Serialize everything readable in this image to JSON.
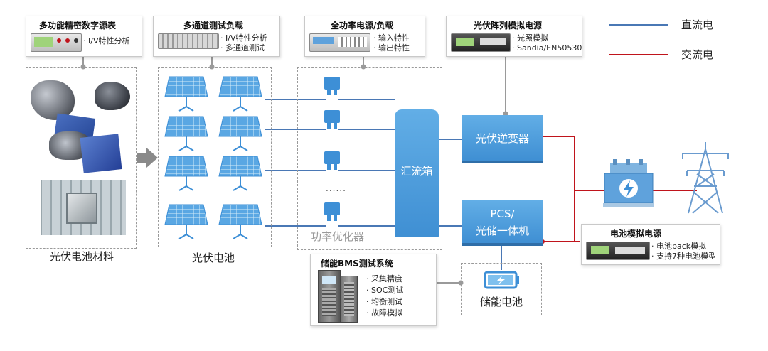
{
  "legend": {
    "dc_label": "直流电",
    "dc_color": "#4a78b5",
    "ac_label": "交流电",
    "ac_color": "#c0141c"
  },
  "instruments": {
    "source_meter": {
      "title": "多功能精密数字源表",
      "bullets": [
        "I/V特性分析"
      ]
    },
    "multichannel_load": {
      "title": "多通道测试负载",
      "bullets": [
        "I/V特性分析",
        "多通道测试"
      ]
    },
    "power_supply_load": {
      "title": "全功率电源/负载",
      "bullets": [
        "输入特性",
        "输出特性"
      ]
    },
    "pv_simulator": {
      "title": "光伏阵列模拟电源",
      "bullets": [
        "光照模拟",
        "Sandia/EN50530"
      ]
    },
    "battery_simulator": {
      "title": "电池模拟电源",
      "bullets": [
        "电池pack模拟",
        "支持7种电池模型"
      ]
    },
    "bms_system": {
      "title": "储能BMS测试系统",
      "bullets": [
        "采集精度",
        "SOC测试",
        "均衡测试",
        "故障模拟"
      ]
    }
  },
  "sections": {
    "materials": "光伏电池材料",
    "cells": "光伏电池",
    "optimizer": "功率优化器",
    "combiner": "汇流箱",
    "inverter": "光伏逆变器",
    "pcs_line1": "PCS/",
    "pcs_line2": "光储一体机",
    "storage": "储能电池",
    "ellipsis": "......"
  }
}
